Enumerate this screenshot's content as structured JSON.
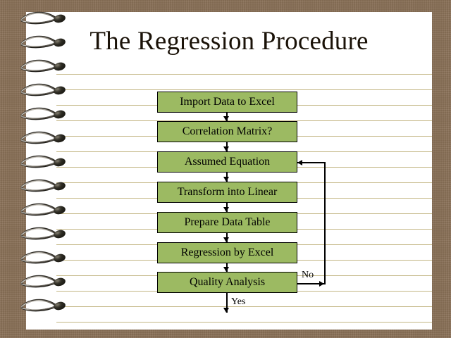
{
  "slide": {
    "title": "The Regression Procedure",
    "background_color": "#8a7158",
    "page_color": "#ffffff",
    "rule_line_color": "#c3b684",
    "binding": "spiral-wire-notebook"
  },
  "flowchart": {
    "box_fill_color": "#9cba62",
    "box_border_color": "#000000",
    "steps": [
      {
        "label": "Import Data to Excel"
      },
      {
        "label": "Correlation Matrix?"
      },
      {
        "label": "Assumed Equation"
      },
      {
        "label": "Transform into Linear"
      },
      {
        "label": "Prepare Data Table"
      },
      {
        "label": "Regression by Excel"
      },
      {
        "label": "Quality Analysis"
      }
    ],
    "branch_labels": {
      "no": "No",
      "yes": "Yes"
    }
  }
}
